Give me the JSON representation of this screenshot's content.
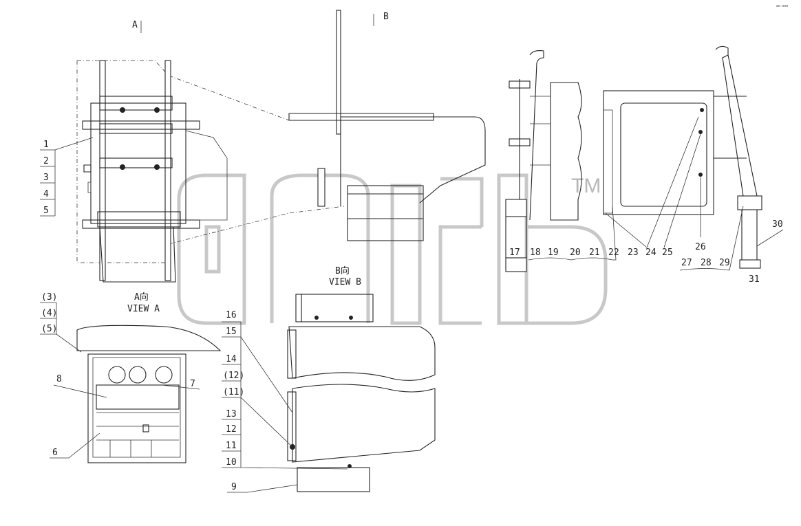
{
  "view_labels": {
    "a_top": "A",
    "b_top": "B",
    "view_a_cn": "A向",
    "view_a": "VIEW A",
    "view_b_cn": "B向",
    "view_b": "VIEW B"
  },
  "watermark": {
    "text": "TM",
    "logo": "amp"
  },
  "corner_mark": "ᵃᵒ ᵒᵒᵒ",
  "callouts": {
    "c1": "1",
    "c2": "2",
    "c3": "3",
    "c4": "4",
    "c5": "5",
    "c6": "6",
    "c7": "7",
    "c8": "8",
    "c9": "9",
    "c10": "10",
    "c11": "11",
    "c12": "12",
    "c13": "13",
    "c14": "14",
    "c15": "15",
    "c16": "16",
    "c17": "17",
    "c18": "18",
    "c19": "19",
    "c20": "20",
    "c21": "21",
    "c22": "22",
    "c23": "23",
    "c24": "24",
    "c25": "25",
    "c26": "26",
    "c27": "27",
    "c28": "28",
    "c29": "29",
    "c30": "30",
    "c31": "31",
    "p3": "(3)",
    "p4": "(4)",
    "p5": "(5)",
    "p11": "(11)",
    "p12": "(12)"
  }
}
